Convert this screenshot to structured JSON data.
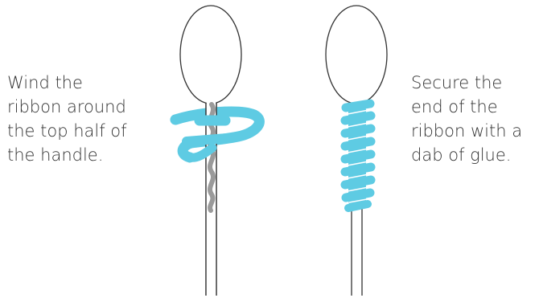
{
  "steps": [
    {
      "caption_lines": [
        "Wind the",
        "ribbon around",
        "the top half of",
        "the handle."
      ]
    },
    {
      "caption_lines": [
        "Secure the",
        "end of the",
        "ribbon with a",
        "dab of glue."
      ]
    }
  ],
  "colors": {
    "ribbon": "#5ecbe3",
    "inner_ribbon": "#9a9a9a",
    "outline": "#333333"
  }
}
